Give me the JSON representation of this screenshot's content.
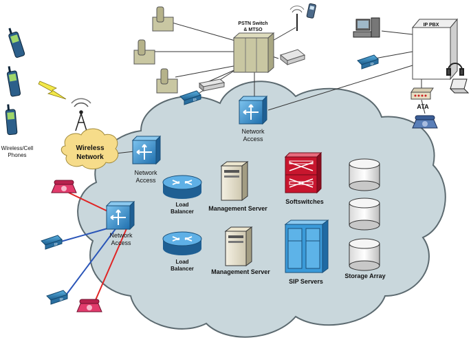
{
  "labels": {
    "pstn_line1": "PSTN Switch",
    "pstn_line2": "& MTSO",
    "ip_pbx": "IP PBX",
    "ata": "ATA",
    "wireless_phones_line1": "Wireless/Cell",
    "wireless_phones_line2": "Phones",
    "wireless_network_line1": "Wireless",
    "wireless_network_line2": "Network",
    "network_access_top_line1": "Network",
    "network_access_top_line2": "Access",
    "network_access_mid_line1": "Network",
    "network_access_mid_line2": "Access",
    "network_access_low_line1": "Network",
    "network_access_low_line2": "Access",
    "load_balancer_1_line1": "Load",
    "load_balancer_1_line2": "Balancer",
    "load_balancer_2_line1": "Load",
    "load_balancer_2_line2": "Balancer",
    "management_server_1": "Management Server",
    "management_server_2": "Management Server",
    "softswitches": "Softswitches",
    "sip_servers": "SIP Servers",
    "storage_array": "Storage Array",
    "ip_badge": "IP"
  },
  "colors": {
    "cloud_fill": "#c9d7dc",
    "cloud_stroke": "#5c6a70",
    "wireless_cloud_fill": "#f6dc8a",
    "network_access_blue": "#2e8fcc",
    "load_balancer_blue": "#2e85c4",
    "softswitch_red": "#c8162e",
    "sip_blue": "#3a9ad9",
    "pink_phone": "#e23b6c",
    "ip_phone_blue": "#4aa3d8",
    "red_link": "#e02424",
    "blue_link": "#2a55b8",
    "pstn_beige": "#c9c7a2"
  }
}
